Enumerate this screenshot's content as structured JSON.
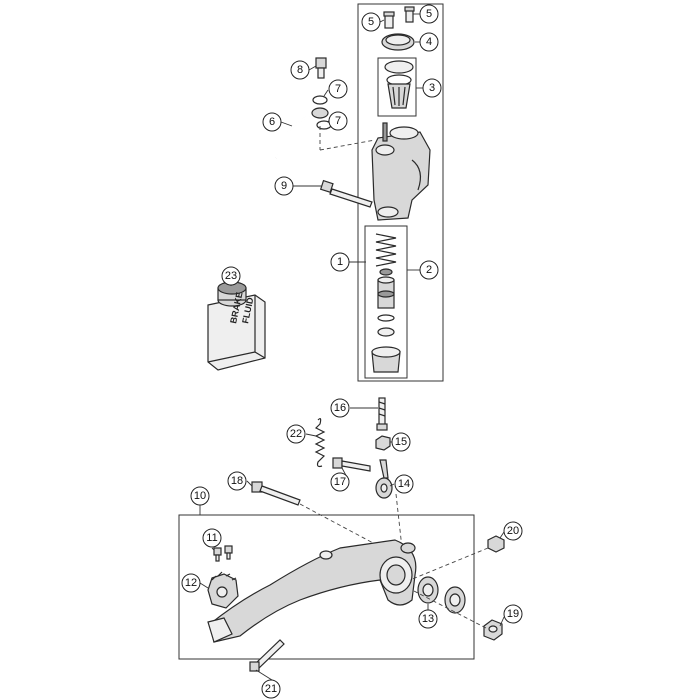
{
  "callouts": [
    {
      "num": "1"
    },
    {
      "num": "2"
    },
    {
      "num": "3"
    },
    {
      "num": "4"
    },
    {
      "num": "5"
    },
    {
      "num": "5"
    },
    {
      "num": "6"
    },
    {
      "num": "7"
    },
    {
      "num": "7"
    },
    {
      "num": "8"
    },
    {
      "num": "9"
    },
    {
      "num": "10"
    },
    {
      "num": "11"
    },
    {
      "num": "12"
    },
    {
      "num": "13"
    },
    {
      "num": "14"
    },
    {
      "num": "15"
    },
    {
      "num": "16"
    },
    {
      "num": "17"
    },
    {
      "num": "18"
    },
    {
      "num": "19"
    },
    {
      "num": "20"
    },
    {
      "num": "21"
    },
    {
      "num": "22"
    },
    {
      "num": "23"
    }
  ],
  "bottle_label": {
    "line1": "BRAKE",
    "line2": "FLUID"
  },
  "colors": {
    "stroke": "#2a2a2a",
    "fill": "#d8d8d8"
  }
}
